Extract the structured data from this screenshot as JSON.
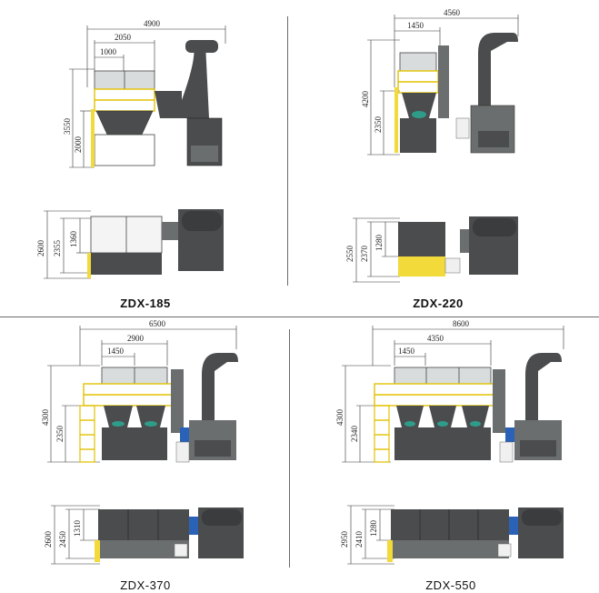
{
  "colors": {
    "body_dark": "#4a4c4d",
    "body_mid": "#6b6e6f",
    "panel_light": "#d9dcdd",
    "yellow": "#f2da3a",
    "blue": "#2a62b8",
    "green": "#2f9c8a"
  },
  "models": [
    {
      "name": "ZDX-185",
      "front": {
        "total_width": "4900",
        "unit_span": "2050",
        "module_width": "1000",
        "height": "3550",
        "platform_height": "2000"
      },
      "top": {
        "depth": "2600",
        "inner_depth": "2355",
        "box_depth": "1360"
      }
    },
    {
      "name": "ZDX-220",
      "front": {
        "total_width": "4560",
        "module_width": "1450",
        "height": "4200",
        "platform_height": "2350"
      },
      "top": {
        "depth": "2550",
        "inner_depth": "2370",
        "box_depth": "1280"
      }
    },
    {
      "name": "ZDX-370",
      "front": {
        "total_width": "6500",
        "unit_span": "2900",
        "module_width": "1450",
        "height": "4300",
        "platform_height": "2350"
      },
      "top": {
        "depth": "2600",
        "inner_depth": "2450",
        "box_depth": "1310"
      }
    },
    {
      "name": "ZDX-550",
      "front": {
        "total_width": "8600",
        "unit_span": "4350",
        "module_width": "1450",
        "height": "4300",
        "platform_height": "2340"
      },
      "top": {
        "depth": "2950",
        "inner_depth": "2410",
        "box_depth": "1280"
      }
    }
  ]
}
